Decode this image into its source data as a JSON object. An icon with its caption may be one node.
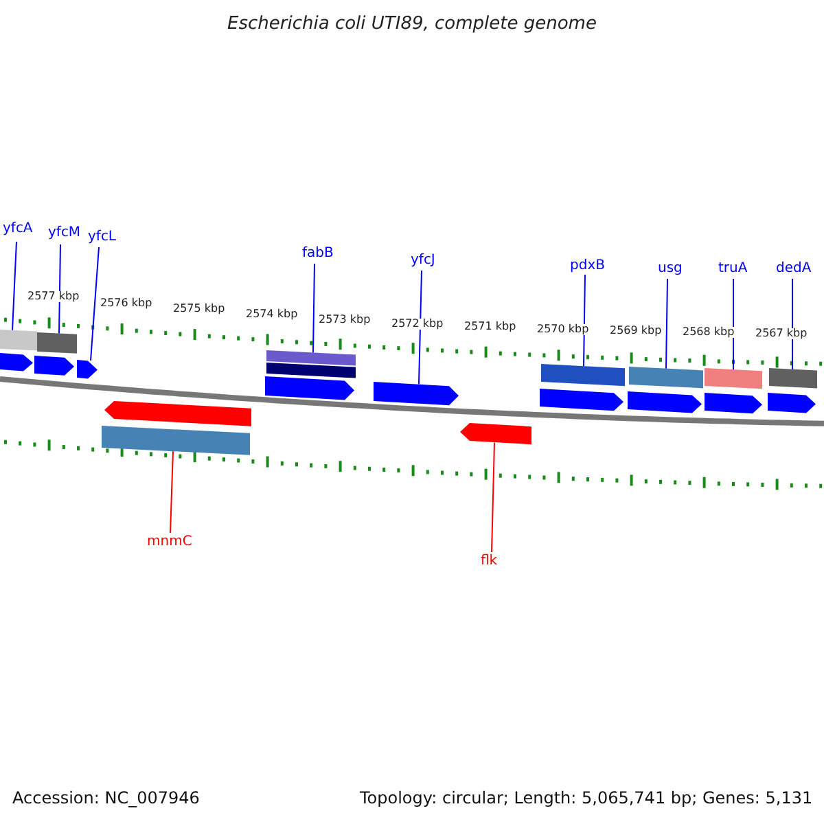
{
  "diagram": {
    "title": "Escherichia coli UTI89, complete genome",
    "nodes": [
      {
        "text": [
          "yfcA"
        ]
      },
      {
        "text": [
          "yfcM"
        ]
      },
      {
        "text": [
          "yfcL"
        ]
      },
      {
        "text": [
          "fabB"
        ]
      },
      {
        "text": [
          "yfcJ"
        ]
      },
      {
        "text": [
          "pdxB"
        ]
      },
      {
        "text": [
          "usg"
        ]
      },
      {
        "text": [
          "truA"
        ]
      },
      {
        "text": [
          "dedA"
        ]
      },
      {
        "text": [
          "mnmC"
        ]
      },
      {
        "text": [
          "flk"
        ]
      },
      {
        "text": [],
        "shape": "bar"
      },
      {
        "text": [],
        "shape": "bar"
      },
      {
        "text": [],
        "shape": "pentagon"
      },
      {
        "text": [],
        "shape": "pentagon"
      },
      {
        "text": [],
        "shape": "pentagon"
      },
      {
        "text": [],
        "shape": "bar"
      },
      {
        "text": [],
        "shape": "bar"
      },
      {
        "text": [],
        "shape": "pentagon"
      },
      {
        "text": [],
        "shape": "pentagon"
      },
      {
        "text": [],
        "shape": "bar"
      },
      {
        "text": [],
        "shape": "bar"
      },
      {
        "text": [],
        "shape": "bar"
      },
      {
        "text": [],
        "shape": "bar"
      },
      {
        "text": [],
        "shape": "pentagon"
      },
      {
        "text": [],
        "shape": "pentagon"
      },
      {
        "text": [],
        "shape": "pentagon"
      },
      {
        "text": [],
        "shape": "pentagon"
      },
      {
        "text": [],
        "shape": "pentagon"
      },
      {
        "text": [],
        "shape": "bar"
      },
      {
        "text": [],
        "shape": "pentagon"
      }
    ],
    "edges": [
      {
        "from": 0,
        "to": 11,
        "arrow": "none"
      },
      {
        "from": 1,
        "to": 12,
        "arrow": "none"
      },
      {
        "from": 2,
        "to": 15,
        "arrow": "none"
      },
      {
        "from": 3,
        "to": 16,
        "arrow": "none"
      },
      {
        "from": 4,
        "to": 19,
        "arrow": "none"
      },
      {
        "from": 5,
        "to": 20,
        "arrow": "none"
      },
      {
        "from": 6,
        "to": 21,
        "arrow": "none"
      },
      {
        "from": 7,
        "to": 22,
        "arrow": "none"
      },
      {
        "from": 8,
        "to": 23,
        "arrow": "none"
      },
      {
        "from": 9,
        "to": 29,
        "arrow": "none",
        "color": "#ff0000"
      },
      {
        "from": 10,
        "to": 30,
        "arrow": "none",
        "color": "#ff0000"
      }
    ],
    "labels": [
      "2577 kbp",
      "2576 kbp",
      "2575 kbp",
      "2574 kbp",
      "2573 kbp",
      "2572 kbp",
      "2571 kbp",
      "2570 kbp",
      "2569 kbp",
      "2568 kbp",
      "2567 kbp",
      "Accession: NC_007946",
      "Topology: circular; Length: 5,065,741 bp; Genes: 5,131"
    ]
  }
}
